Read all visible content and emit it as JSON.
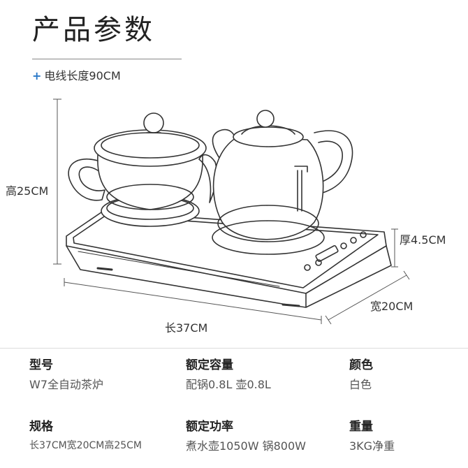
{
  "title": "产品参数",
  "cord": {
    "icon": "plus-icon",
    "text": "电线长度90CM"
  },
  "dimensions": {
    "height": "高25CM",
    "thickness": "厚4.5CM",
    "width": "宽20CM",
    "length": "长37CM"
  },
  "specs": [
    {
      "label": "型号",
      "value": "W7全自动茶炉"
    },
    {
      "label": "额定容量",
      "value": "配锅0.8L 壶0.8L"
    },
    {
      "label": "颜色",
      "value": "白色"
    },
    {
      "label": "规格",
      "value": "长37CM宽20CM高25CM"
    },
    {
      "label": "额定功率",
      "value": "煮水壶1050W 锅800W"
    },
    {
      "label": "重量",
      "value": "3KG净重"
    }
  ]
}
